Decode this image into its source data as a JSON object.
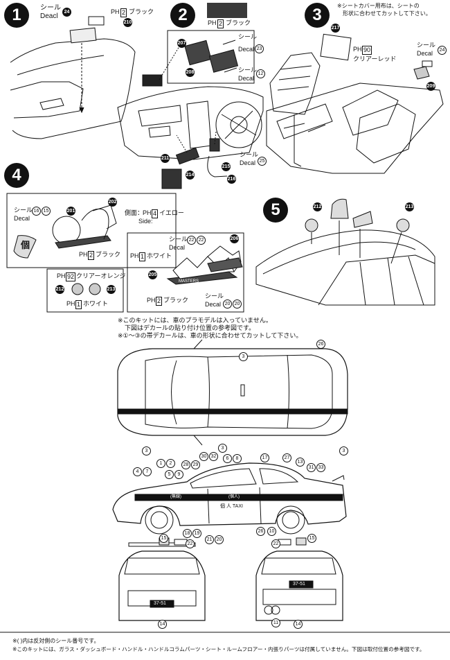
{
  "steps": [
    "1",
    "2",
    "3",
    "4",
    "5"
  ],
  "step1": {
    "decal_jp": "シール",
    "decal_en": "Deacl",
    "decal_no": "24",
    "paint": "PH",
    "paint_no": "2",
    "paint_name": "ブラック",
    "part_no": "210"
  },
  "step2": {
    "swatch_paint": "PH",
    "swatch_no": "2",
    "swatch_name": "ブラック",
    "parts": [
      "207",
      "208",
      "211",
      "214",
      "215",
      "216"
    ],
    "decal_a_jp": "シール",
    "decal_a_en": "Decal",
    "decal_a_no": "23",
    "decal_b_jp": "シール",
    "decal_b_en": "Decal",
    "decal_b_no": "12",
    "decal_c_jp": "シール",
    "decal_c_en": "Decal",
    "decal_c_no": "25"
  },
  "step3": {
    "note_line1": "※シートカバー用布は、シートの",
    "note_line2": "形状に合わせてカットして下さい。",
    "part_217": "217",
    "paint": "PH",
    "paint_no": "90",
    "paint_name": "クリアーレッド",
    "decal_jp": "シール",
    "decal_en": "Decal",
    "decal_no": "24",
    "part_209": "209"
  },
  "step4": {
    "decal_jp": "シール",
    "decal_en": "Decal",
    "decal_no": "16",
    "decal_alt": "15",
    "part_201": "201",
    "part_202": "202",
    "side_jp": "側面：",
    "side_paint": "PH",
    "side_no": "4",
    "side_name": "イエロー",
    "side_en": "Side:",
    "paint_black": "PH",
    "paint_black_no": "2",
    "paint_black_name": "ブラック",
    "sign_char": "個",
    "lamp_paint": "PH",
    "lamp_paint_no": "92",
    "lamp_paint_name": "クリアーオレンジ",
    "lamp_white_paint": "PH",
    "lamp_white_no": "1",
    "lamp_white_name": "ホワイト",
    "lamp_left": "212",
    "lamp_right": "213",
    "white_paint": "PH",
    "white_no": "1",
    "white_name": "ホワイト",
    "rack_decal_jp": "シール",
    "rack_decal_en": "Decal",
    "rack_decal_no": "22",
    "rack_decal_alt": "22",
    "part_206": "206",
    "part_205": "205",
    "rack_black_paint": "PH",
    "rack_black_no": "2",
    "rack_black_name": "ブラック",
    "rack_decal2_jp": "シール",
    "rack_decal2_en": "Decal",
    "rack_decal2_no": "20",
    "rack_decal2_alt": "20",
    "mastering": "MASTERS"
  },
  "step5": {
    "lamp_left": "212",
    "lamp_right": "213"
  },
  "notes": {
    "line1": "※このキットには、車のプラモデルは入っていません。",
    "line2": "下図はデカールの貼り付け位置の参考図です。",
    "line3": "※①～③の帯デカールは、車の形状に合わせてカットして下さい。"
  },
  "car_labels": {
    "top_view": [
      "3",
      "3",
      "3",
      "3",
      "26"
    ],
    "side_upper": [
      "1",
      "2",
      "5",
      "9",
      "4",
      "7",
      "28",
      "29",
      "30",
      "32",
      "6",
      "8",
      "17",
      "27",
      "13",
      "31",
      "33"
    ],
    "side_lower": [
      "18",
      "19",
      "21",
      "20",
      "26",
      "10"
    ],
    "front": [
      "15",
      "22",
      "14"
    ],
    "rear": [
      "22",
      "15",
      "14",
      "11"
    ]
  },
  "plates": {
    "front": "37-51",
    "rear": "37-51"
  },
  "door_text": {
    "left_tag": "(無線)",
    "center_tag": "(個人)",
    "taxi": "個 人 TAXI"
  },
  "footer": {
    "line1": "※(  )内は反対側のシール番号です。",
    "line2": "※このキットには、ガラス・ダッシュボード・ハンドル・ハンドルコラムパーツ・シート・ルームフロアー・内張りパーツは付属していません。下図は取付位置の参考図です。"
  }
}
